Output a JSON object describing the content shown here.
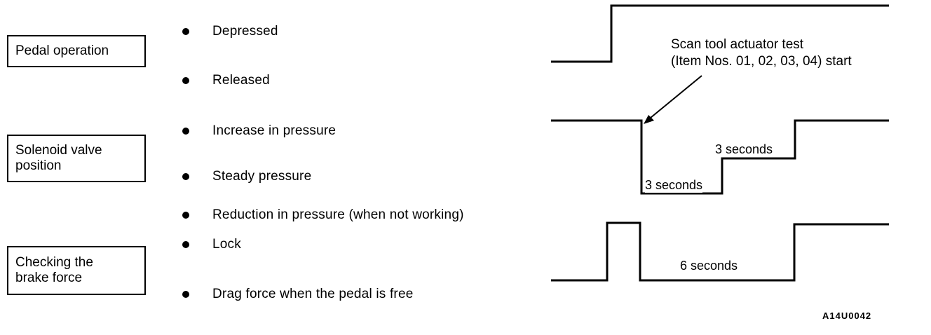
{
  "boxes": {
    "pedal": "Pedal operation",
    "solenoid_line1": "Solenoid valve",
    "solenoid_line2": "position",
    "brake_line1": "Checking the",
    "brake_line2": "brake force"
  },
  "states": {
    "depressed": "Depressed",
    "released": "Released",
    "increase": "Increase in pressure",
    "steady": "Steady pressure",
    "reduction": "Reduction in pressure (when not working)",
    "lock": "Lock",
    "drag": "Drag force when the pedal is free"
  },
  "annotations": {
    "scan_line1": "Scan tool actuator test",
    "scan_line2": "(Item Nos. 01, 02, 03, 04) start",
    "three_sec_low": "3 seconds",
    "three_sec_high": "3 seconds",
    "six_sec": "6 seconds"
  },
  "figure_code": "A14U0042"
}
